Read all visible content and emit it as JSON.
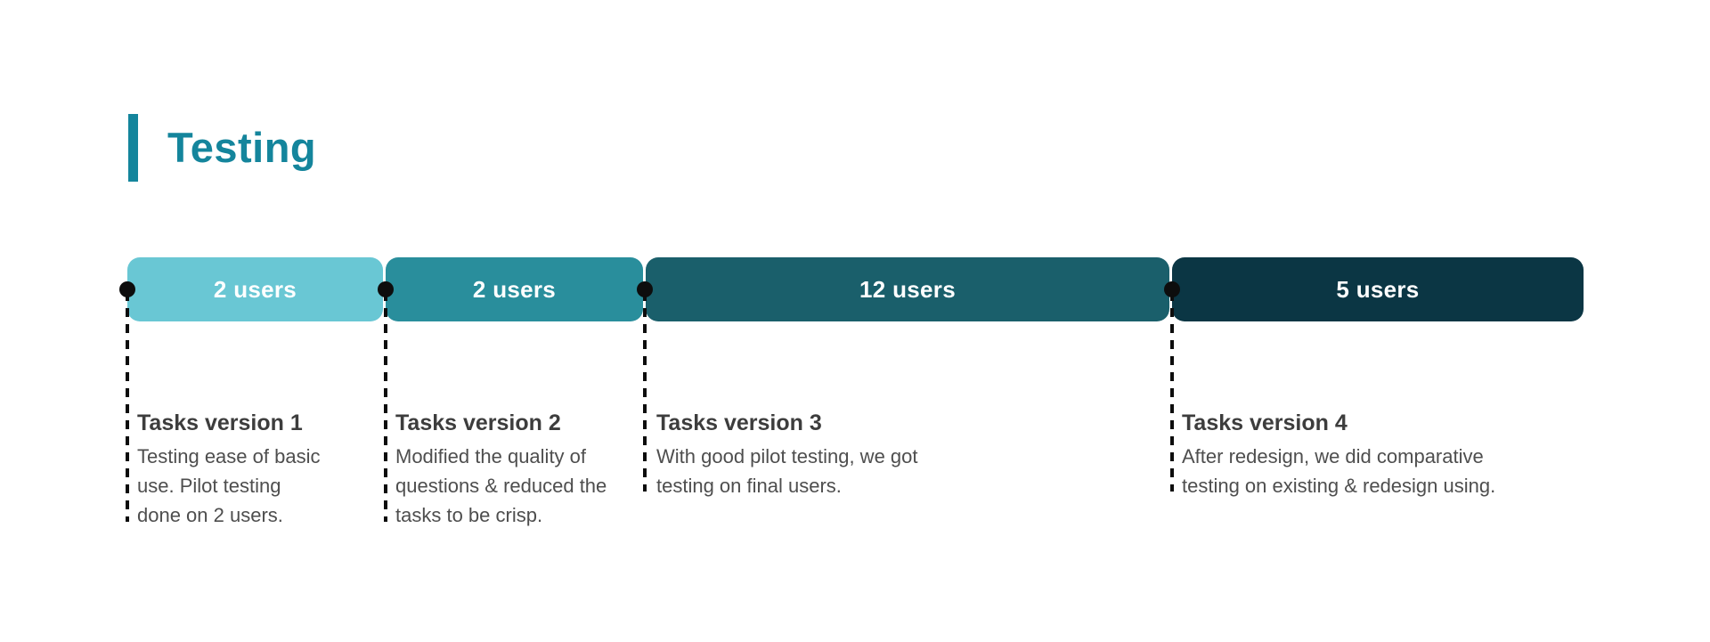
{
  "heading": {
    "label": "Testing",
    "accent_color": "#14859C"
  },
  "timeline": {
    "marker_color": "#0D0D0D",
    "title_text_color": "#3D3D3D",
    "body_text_color": "#4E4E4E",
    "segments": [
      {
        "label": "2 users",
        "color": "#69C7D4"
      },
      {
        "label": "2 users",
        "color": "#298E9C"
      },
      {
        "label": "12 users",
        "color": "#1A5F6B"
      },
      {
        "label": "5 users",
        "color": "#0B3644"
      }
    ],
    "milestones": [
      {
        "title": "Tasks version 1",
        "description": "Testing ease of basic\nuse. Pilot testing\ndone on 2 users."
      },
      {
        "title": "Tasks version 2",
        "description": "Modified the quality of\nquestions & reduced the\ntasks to be crisp."
      },
      {
        "title": "Tasks version 3",
        "description": "With good pilot testing, we got\ntesting on final users."
      },
      {
        "title": "Tasks version 4",
        "description": "After redesign, we did comparative\ntesting on existing & redesign using."
      }
    ]
  }
}
